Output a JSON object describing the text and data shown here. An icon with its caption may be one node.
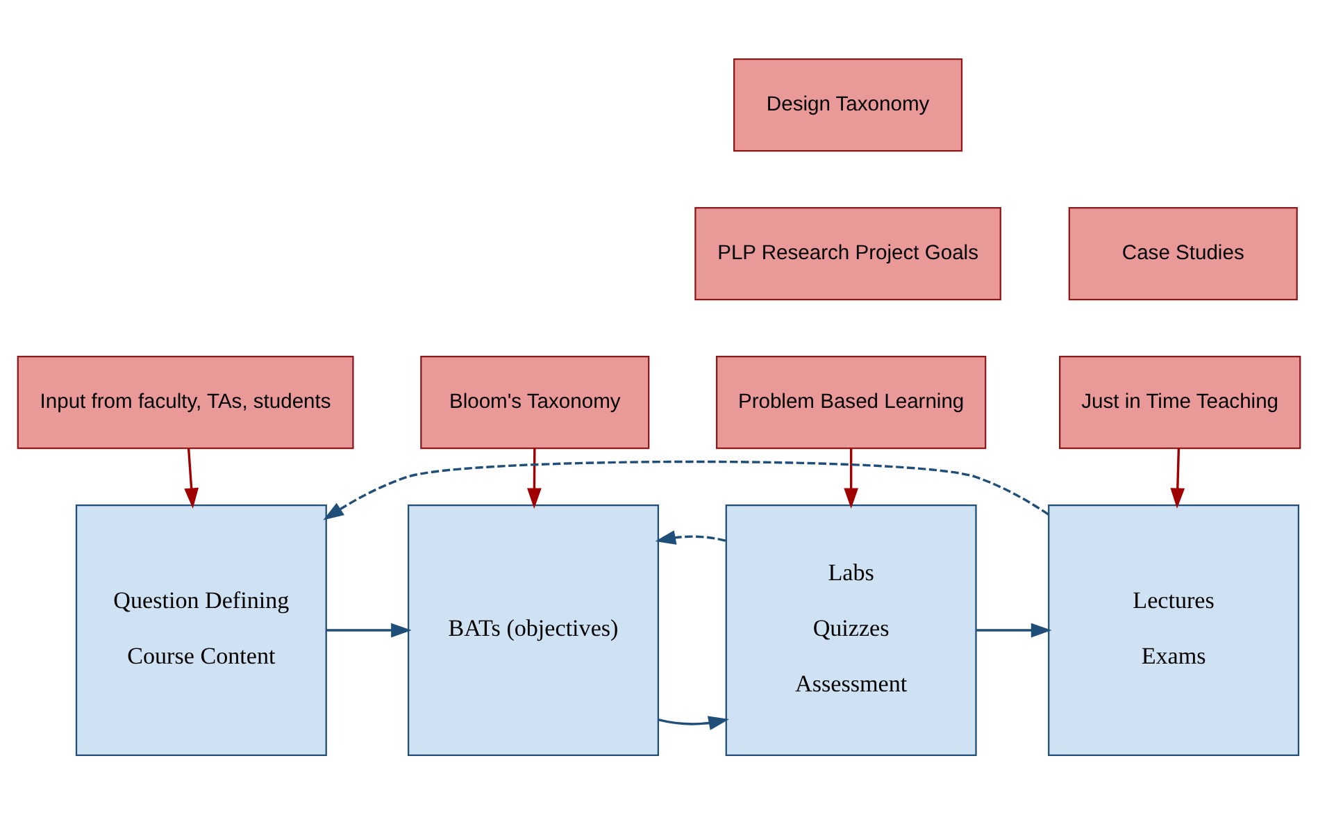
{
  "diagram": {
    "nodes": [
      {
        "text": [
          "Input from faculty, TAs, students"
        ]
      },
      {
        "text": [
          "Bloom's Taxonomy"
        ]
      },
      {
        "text": [
          "Design Taxonomy"
        ]
      },
      {
        "text": [
          "PLP Research Project Goals"
        ]
      },
      {
        "text": [
          "Problem Based Learning"
        ]
      },
      {
        "text": [
          "Case Studies"
        ]
      },
      {
        "text": [
          "Just in Time Teaching"
        ]
      },
      {
        "text": [
          "Question Defining",
          "Course Content"
        ]
      },
      {
        "text": [
          "BATs (objectives)"
        ]
      },
      {
        "text": [
          "Labs",
          "Quizzes",
          "Assessment"
        ]
      },
      {
        "text": [
          "Lectures",
          "Exams"
        ]
      }
    ],
    "edges": [
      {
        "from": 0,
        "to": 7,
        "arrow": "to",
        "color": "#a00000"
      },
      {
        "from": 1,
        "to": 8,
        "arrow": "to",
        "color": "#a00000"
      },
      {
        "from": 4,
        "to": 9,
        "arrow": "to",
        "color": "#a00000"
      },
      {
        "from": 6,
        "to": 10,
        "arrow": "to",
        "color": "#a00000"
      },
      {
        "from": 7,
        "to": 8,
        "arrow": "to"
      },
      {
        "from": 8,
        "to": 9,
        "arrow": "to"
      },
      {
        "from": 9,
        "to": 10,
        "arrow": "to"
      },
      {
        "from": 9,
        "to": 8,
        "arrow": "to",
        "style": "dashed"
      },
      {
        "from": 10,
        "to": 7,
        "arrow": "to",
        "style": "dashed"
      }
    ]
  }
}
